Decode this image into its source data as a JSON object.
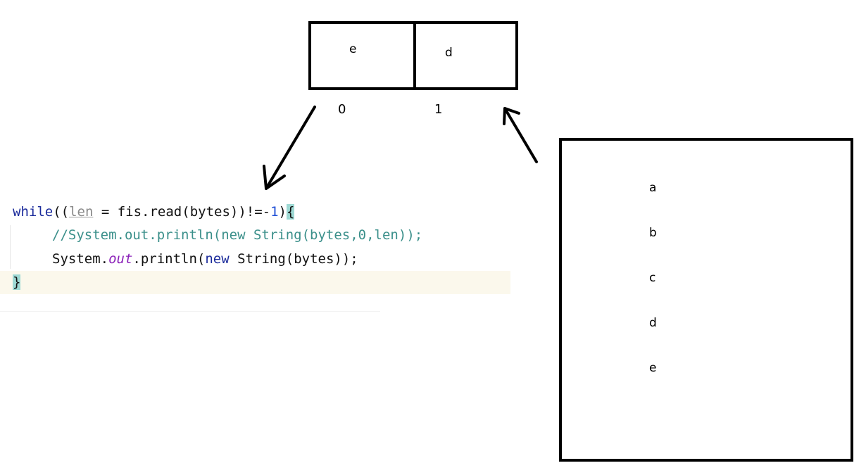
{
  "array": {
    "cells": [
      "e",
      "d"
    ],
    "indices": [
      "0",
      "1"
    ]
  },
  "stream": {
    "items": [
      "a",
      "b",
      "c",
      "d",
      "e"
    ]
  },
  "code": {
    "line1": {
      "kw_while": "while",
      "paren_open": "((",
      "var_len": "len",
      "mid": " = fis.read(bytes))!=-",
      "num_1": "1",
      "paren_close": ")",
      "brace_open": "{"
    },
    "line2": {
      "comment": "//System.out.println(new String(bytes,0,len));"
    },
    "line3": {
      "sys": "System.",
      "field_out": "out",
      "println": ".println(",
      "kw_new": "new",
      "rest": " String(bytes));"
    },
    "line4": {
      "brace_close": "}"
    }
  },
  "colors": {
    "keyword": "#1b2b9b",
    "comment": "#3a8f8a",
    "field": "#8a1fb8",
    "brace_highlight": "#9ed9d4",
    "current_line": "#fbf8ec"
  }
}
